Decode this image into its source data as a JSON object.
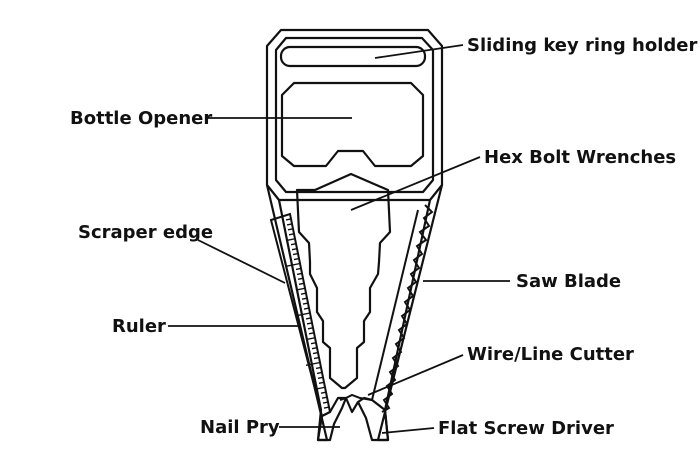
{
  "diagram": {
    "subject": "multi-tool",
    "colors": {
      "line": "#111111",
      "background": "#ffffff"
    },
    "labels": {
      "key_ring": "Sliding key ring holder",
      "bottle_opener": "Bottle Opener",
      "hex_wrenches": "Hex Bolt Wrenches",
      "scraper_edge": "Scraper edge",
      "saw_blade": "Saw Blade",
      "ruler": "Ruler",
      "wire_cutter": "Wire/Line Cutter",
      "nail_pry": "Nail Pry",
      "screw_driver": "Flat Screw Driver"
    }
  }
}
